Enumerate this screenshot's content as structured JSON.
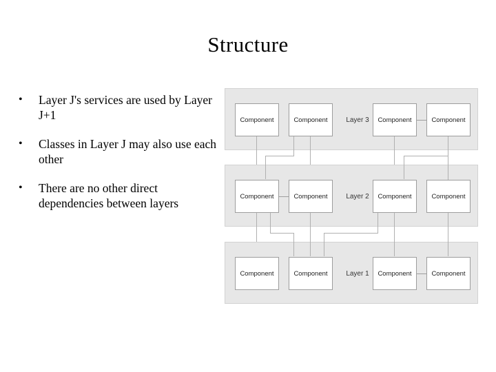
{
  "slide": {
    "title": "Structure",
    "bullet_marker": "•",
    "bullets": [
      "Layer J's services are used by Layer J+1",
      "Classes in Layer J may also use each other",
      "There are no other direct dependencies between layers"
    ]
  },
  "diagram": {
    "type": "layered-architecture",
    "component_label": "Component",
    "layers": [
      {
        "name": "Layer 3",
        "components": [
          "Component",
          "Component",
          "Component",
          "Component"
        ],
        "intra_layer_links": [
          [
            3,
            4
          ]
        ]
      },
      {
        "name": "Layer 2",
        "components": [
          "Component",
          "Component",
          "Component",
          "Component"
        ],
        "intra_layer_links": [
          [
            1,
            2
          ]
        ]
      },
      {
        "name": "Layer 1",
        "components": [
          "Component",
          "Component",
          "Component",
          "Component"
        ],
        "intra_layer_links": [
          [
            3,
            4
          ]
        ]
      }
    ],
    "colors": {
      "panel_fill": "#e7e7e7",
      "panel_border": "#d2d2d2",
      "component_fill": "#ffffff",
      "component_border": "#9d9d9d",
      "connector": "#b0b0b0",
      "text": "#222222",
      "background": "#ffffff"
    }
  }
}
